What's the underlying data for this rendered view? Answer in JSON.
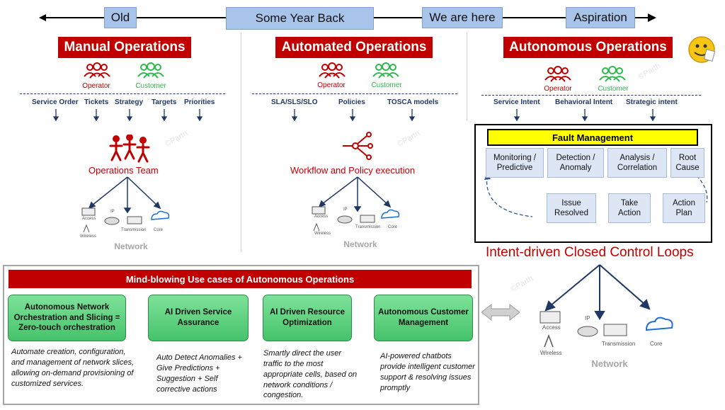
{
  "timeline": {
    "stages": [
      "Old",
      "Some Year Back",
      "We are here",
      "Aspiration"
    ]
  },
  "columns": [
    {
      "title": "Manual Operations",
      "operator": "Operator",
      "customer": "Customer",
      "inputs": [
        "Service Order",
        "Tickets",
        "Strategy",
        "Targets",
        "Priorities"
      ],
      "center_label": "Operations Team",
      "network_label": "Network"
    },
    {
      "title": "Automated Operations",
      "operator": "Operator",
      "customer": "Customer",
      "inputs": [
        "SLA/SLS/SLO",
        "Policies",
        "TOSCA models"
      ],
      "center_label": "Workflow and Policy execution",
      "network_label": "Network"
    },
    {
      "title": "Autonomous Operations",
      "operator": "Operator",
      "customer": "Customer",
      "inputs": [
        "Service Intent",
        "Behavioral Intent",
        "Strategic intent"
      ]
    }
  ],
  "network_nodes": {
    "access": "Access",
    "ip": "IP",
    "transmission": "Transmission",
    "core": "Core",
    "wireless": "Wireless"
  },
  "fault_management": {
    "title": "Fault Management",
    "steps_top": [
      "Monitoring / Predictive",
      "Detection / Anomaly",
      "Analysis / Correlation",
      "Root Cause"
    ],
    "steps_bottom": [
      "Issue Resolved",
      "Take Action",
      "Action Plan"
    ]
  },
  "closed_loop_title": "Intent-driven Closed Control Loops",
  "closed_loop_network": "Network",
  "use_cases": {
    "title": "Mind-blowing Use cases of Autonomous Operations",
    "items": [
      {
        "name": "Autonomous Network Orchestration and Slicing = Zero-touch orchestration",
        "desc": "Automate creation, configuration, and management of network slices, allowing on-demand provisioning of customized services."
      },
      {
        "name": "AI Driven Service Assurance",
        "desc": "Auto Detect Anomalies + Give Predictions + Suggestion + Self corrective actions"
      },
      {
        "name": "AI Driven Resource Optimization",
        "desc": "Smartly direct the user traffic to the most appropriate cells, based on network conditions / congestion."
      },
      {
        "name": "Autonomous Customer Management",
        "desc": "AI-powered chatbots provide intelligent customer support & resolving issues promptly"
      }
    ]
  },
  "watermark": "©Parth",
  "colors": {
    "red": "#c00000",
    "green": "#2fb84e",
    "navy": "#1f3864",
    "timeline_box": "#a9c4ea",
    "fm_title": "#ffff00",
    "use_case_green": "#5fd17e"
  },
  "icons": [
    "operator-group-icon",
    "customer-group-icon",
    "team-icon",
    "workflow-icon",
    "cloud-icon",
    "router-icon",
    "antenna-icon",
    "emoji-icon"
  ]
}
